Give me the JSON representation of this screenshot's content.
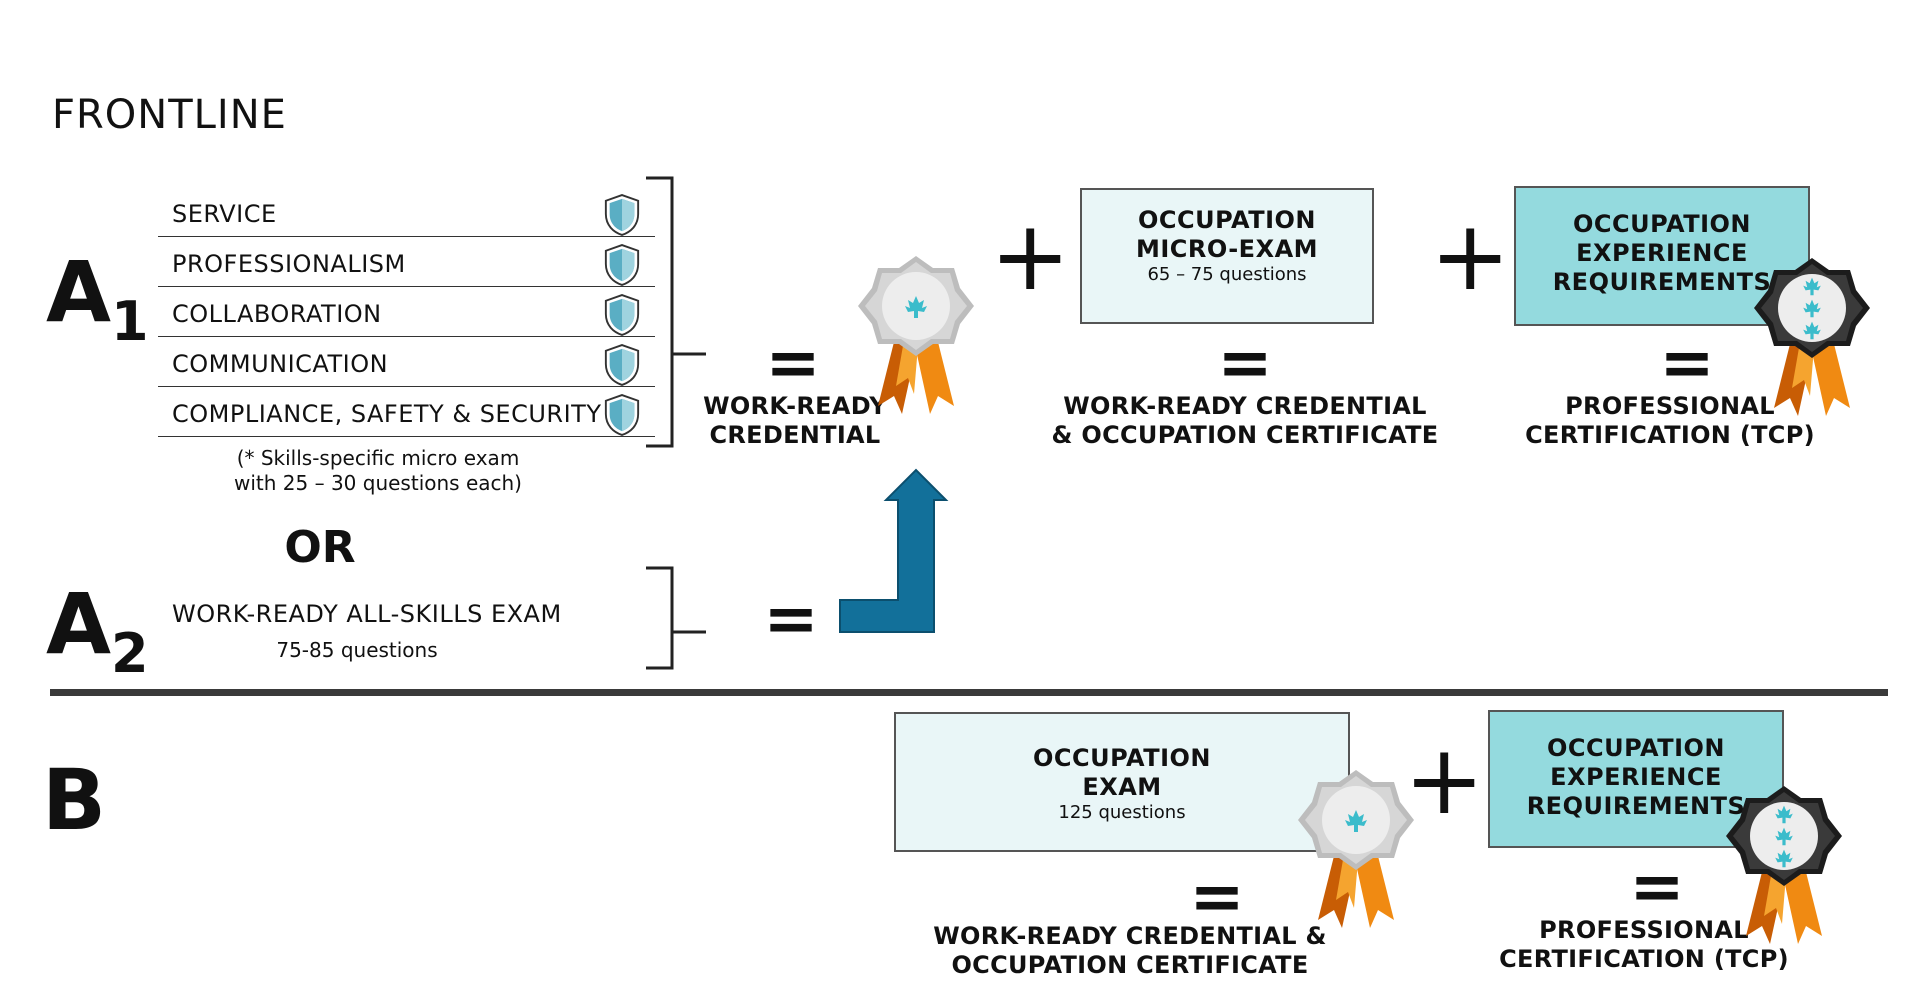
{
  "title": "FRONTLINE",
  "path_a1": {
    "letter": "A",
    "index": "1"
  },
  "path_a2": {
    "letter": "A",
    "index": "2"
  },
  "path_b": {
    "letter": "B"
  },
  "skills": [
    {
      "label": "SERVICE",
      "icon": "shield-icon"
    },
    {
      "label": "PROFESSIONALISM",
      "icon": "shield-icon"
    },
    {
      "label": "COLLABORATION",
      "icon": "shield-icon"
    },
    {
      "label": "COMMUNICATION",
      "icon": "shield-icon"
    },
    {
      "label": "COMPLIANCE, SAFETY & SECURITY",
      "icon": "shield-icon"
    }
  ],
  "skills_note": [
    "(* Skills-specific micro exam",
    "with 25 – 30 questions each)"
  ],
  "or_label": "OR",
  "a2_exam": {
    "label": "WORK-READY ALL-SKILLS EXAM",
    "questions": "75-85 questions"
  },
  "symbols": {
    "equals": "=",
    "plus": "+"
  },
  "work_ready_credential": [
    "WORK-READY",
    "CREDENTIAL"
  ],
  "micro_exam_box": {
    "lines": [
      "OCCUPATION",
      "MICRO-EXAM"
    ],
    "questions": "65 – 75 questions"
  },
  "micro_exam_result": [
    "WORK-READY CREDENTIAL",
    "& OCCUPATION CERTIFICATE"
  ],
  "experience_box": {
    "lines": [
      "OCCUPATION",
      "EXPERIENCE",
      "REQUIREMENTS"
    ]
  },
  "professional_result": [
    "PROFESSIONAL",
    "CERTIFICATION (TCP)"
  ],
  "exam_box_b": {
    "lines": [
      "OCCUPATION",
      "EXAM"
    ],
    "questions": "125 questions"
  },
  "exam_b_result": [
    "WORK-READY CREDENTIAL &",
    "OCCUPATION CERTIFICATE"
  ],
  "experience_box_b": {
    "lines": [
      "OCCUPATION",
      "EXPERIENCE",
      "REQUIREMENTS"
    ]
  },
  "professional_result_b": [
    "PROFESSIONAL",
    "CERTIFICATION (TCP)"
  ],
  "colors": {
    "shield_blue": "#5aaec4",
    "arrow_blue": "#12709a",
    "light_box": "#e9f6f7",
    "teal_box": "#94dade",
    "maple_teal": "#3bbccb",
    "ribbon_orange": "#f08a12",
    "divider": "#3a3a3a"
  },
  "icons": [
    "shield-icon",
    "silver-badge-icon",
    "black-badge-icon",
    "maple-leaf-icon",
    "up-arrow-icon"
  ]
}
